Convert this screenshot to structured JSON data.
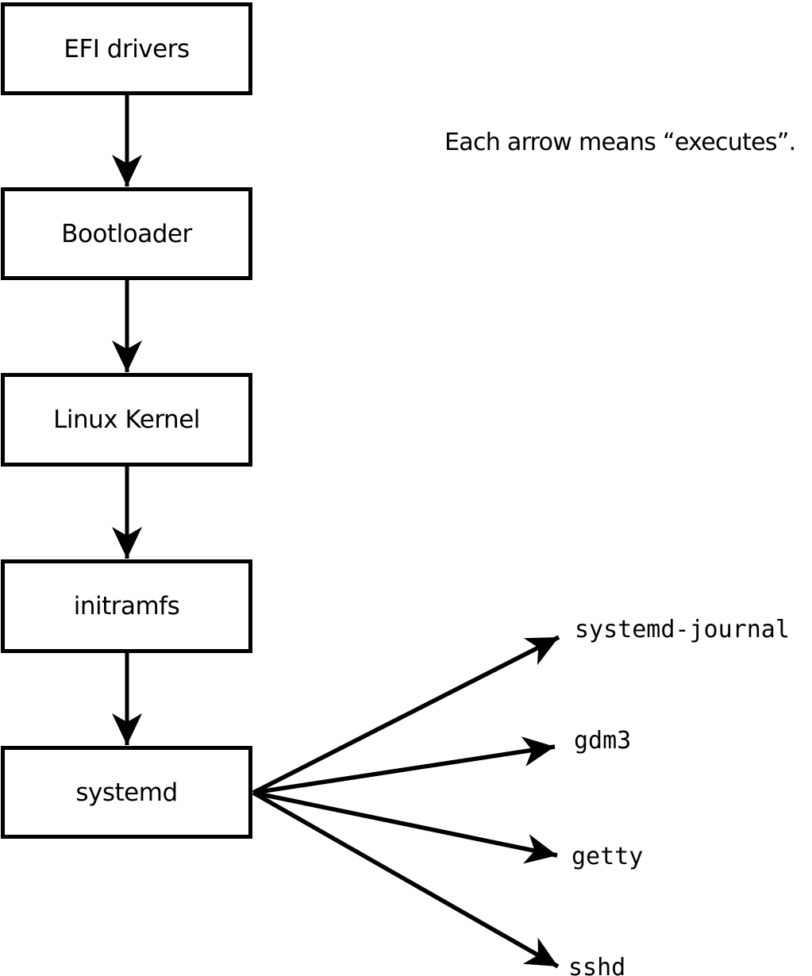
{
  "diagram": {
    "note": "Each arrow means “executes”.",
    "arrow_meaning": "executes",
    "boxes": [
      {
        "label": "EFI drivers"
      },
      {
        "label": "Bootloader"
      },
      {
        "label": "Linux Kernel"
      },
      {
        "label": "initramfs"
      },
      {
        "label": "systemd"
      }
    ],
    "targets": [
      {
        "label": "systemd-journal"
      },
      {
        "label": "gdm3"
      },
      {
        "label": "getty"
      },
      {
        "label": "sshd"
      }
    ],
    "colors": {
      "stroke": "#000000",
      "box_fill": "#ffffff",
      "background": "#ffffff",
      "text": "#000000"
    }
  }
}
